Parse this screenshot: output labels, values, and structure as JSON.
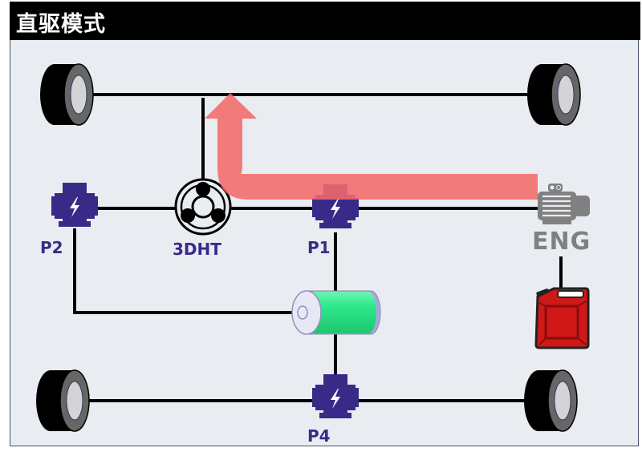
{
  "header": {
    "title": "直驱模式"
  },
  "colors": {
    "header_bg": "#000000",
    "panel_bg": "#e9ecf0",
    "motor": "#3a2a88",
    "flow_arrow": "#f47878",
    "engine": "#808080",
    "battery": "#2ee88a",
    "fuel_can": "#d01818"
  },
  "components": {
    "p2": {
      "label": "P2"
    },
    "dht": {
      "label": "3DHT"
    },
    "p1": {
      "label": "P1"
    },
    "engine": {
      "label": "ENG"
    },
    "p4": {
      "label": "P4"
    }
  },
  "flow": {
    "description": "Power flows from ENG through P1 line up to front axle (direct drive)"
  }
}
